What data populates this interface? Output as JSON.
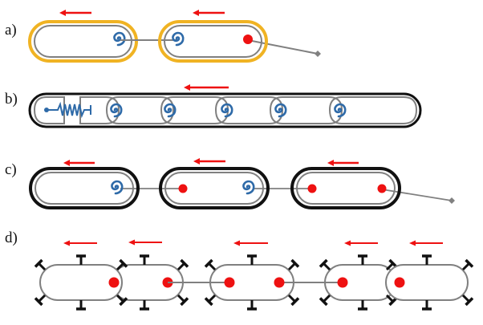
{
  "figure": {
    "colors": {
      "motion_arrow": "#ee1111",
      "spiral": "#2e6aa8",
      "red_dot": "#ee1111",
      "membrane": "#808080",
      "capsule_yellow": "#f0b323",
      "sheath_black": "#111111",
      "tether": "#808080",
      "appendage": "#111111"
    },
    "panels": [
      {
        "label": "a)",
        "description": "Two cells with yellow outer layer, connected by a tether; spirals and a red dot",
        "cells": [
          {
            "features": [
              "spiral-right"
            ]
          },
          {
            "features": [
              "spiral-left",
              "red-dot-right"
            ]
          }
        ],
        "motion": "left"
      },
      {
        "label": "b)",
        "description": "Filament of cells in a shared black sheath, spring at the leading end, spirals at cell junctions",
        "cells_in_sheath": 6,
        "spirals": 5,
        "has_spring": true,
        "motion": "left"
      },
      {
        "label": "c)",
        "description": "Three cells with black sheaths connected by tethers; spirals and red dots",
        "cells": [
          {
            "features": [
              "spiral-right"
            ]
          },
          {
            "features": [
              "red-dot-left",
              "spiral-right"
            ]
          },
          {
            "features": [
              "red-dot-left",
              "red-dot-right"
            ]
          }
        ],
        "motion": "left"
      },
      {
        "label": "d)",
        "description": "Five cells with T-shaped appendages and red dots, some connected by a tether",
        "cells": [
          {
            "features": [
              "red-dot-right"
            ]
          },
          {
            "features": [
              "red-dot-left"
            ]
          },
          {
            "features": [
              "red-dot-left",
              "red-dot-right"
            ]
          },
          {
            "features": [
              "red-dot-left"
            ]
          },
          {
            "features": [
              "red-dot-left"
            ]
          }
        ],
        "motion": "left"
      }
    ]
  }
}
